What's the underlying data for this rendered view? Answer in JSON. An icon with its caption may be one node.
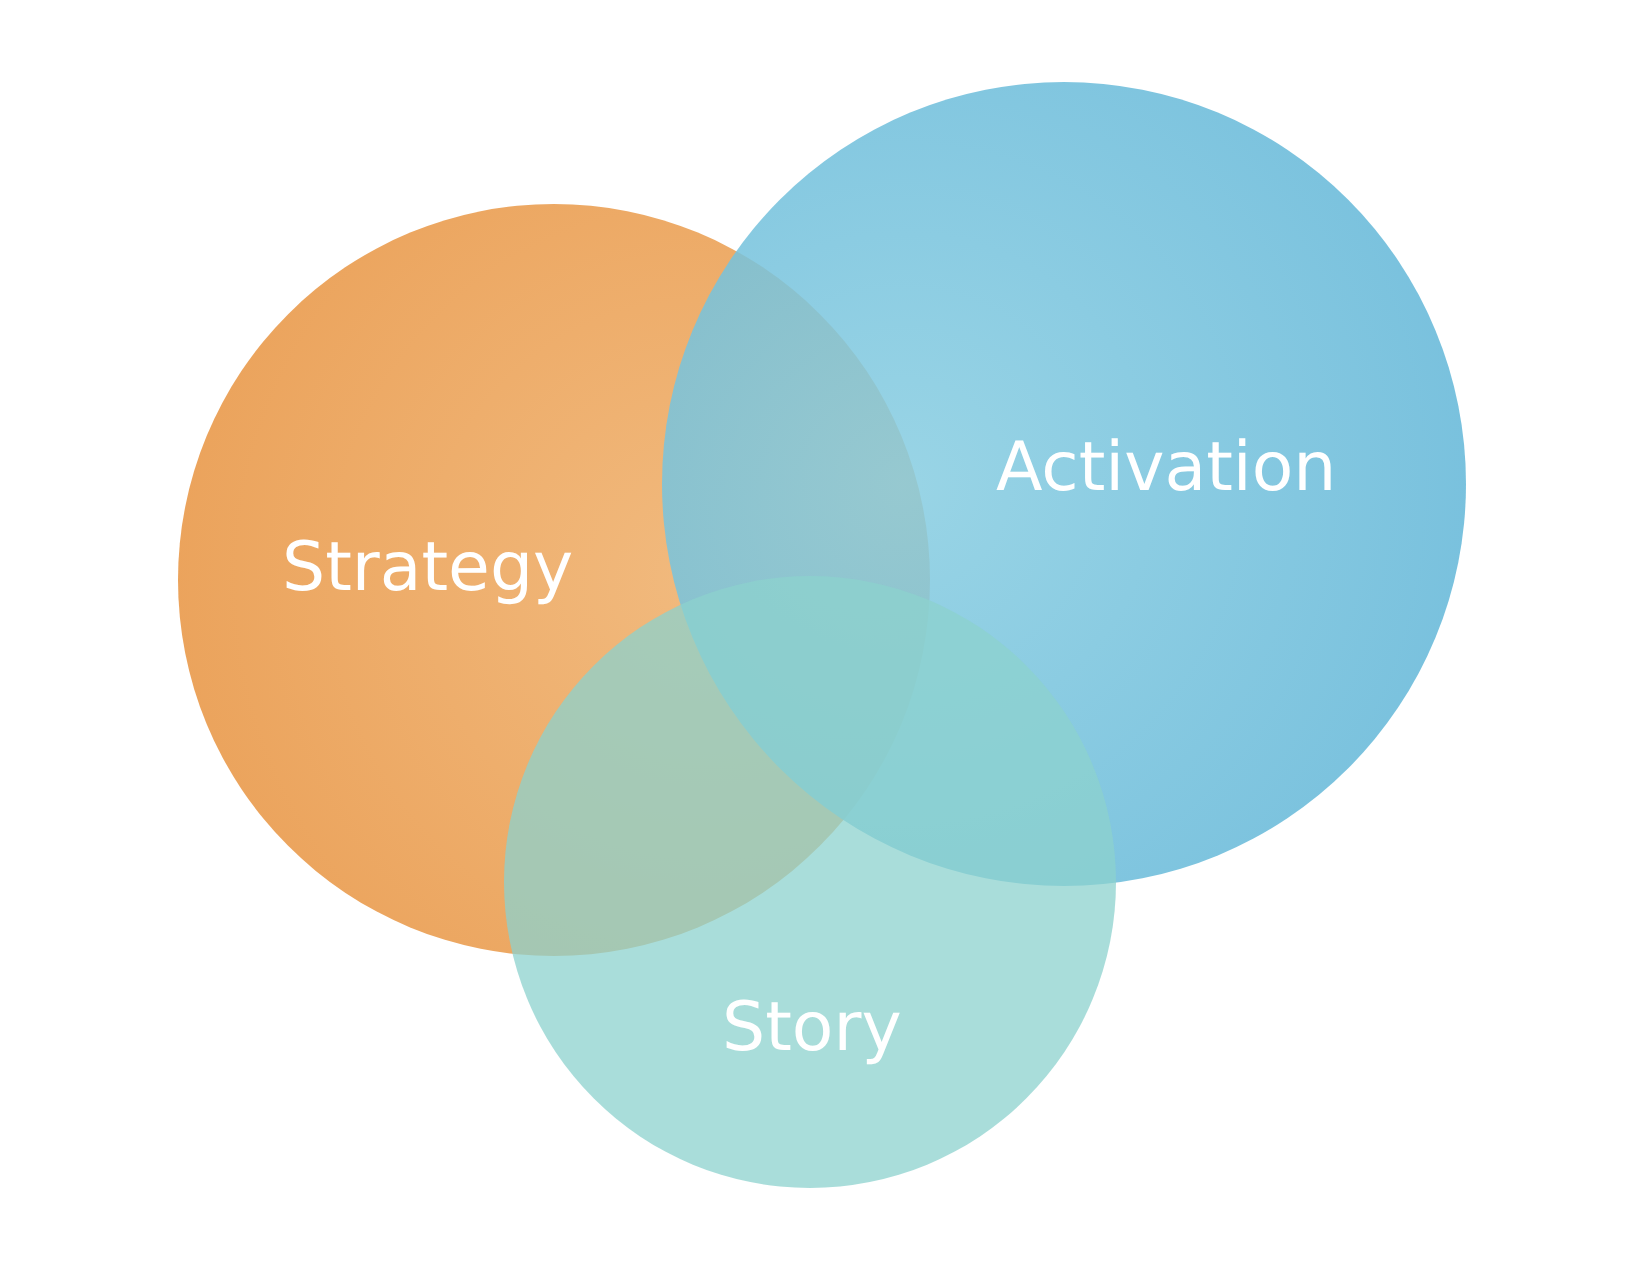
{
  "diagram": {
    "nodes": [
      {
        "text": [
          "Strategy"
        ]
      },
      {
        "text": [
          "Activation"
        ]
      },
      {
        "text": [
          "Story"
        ]
      }
    ]
  }
}
